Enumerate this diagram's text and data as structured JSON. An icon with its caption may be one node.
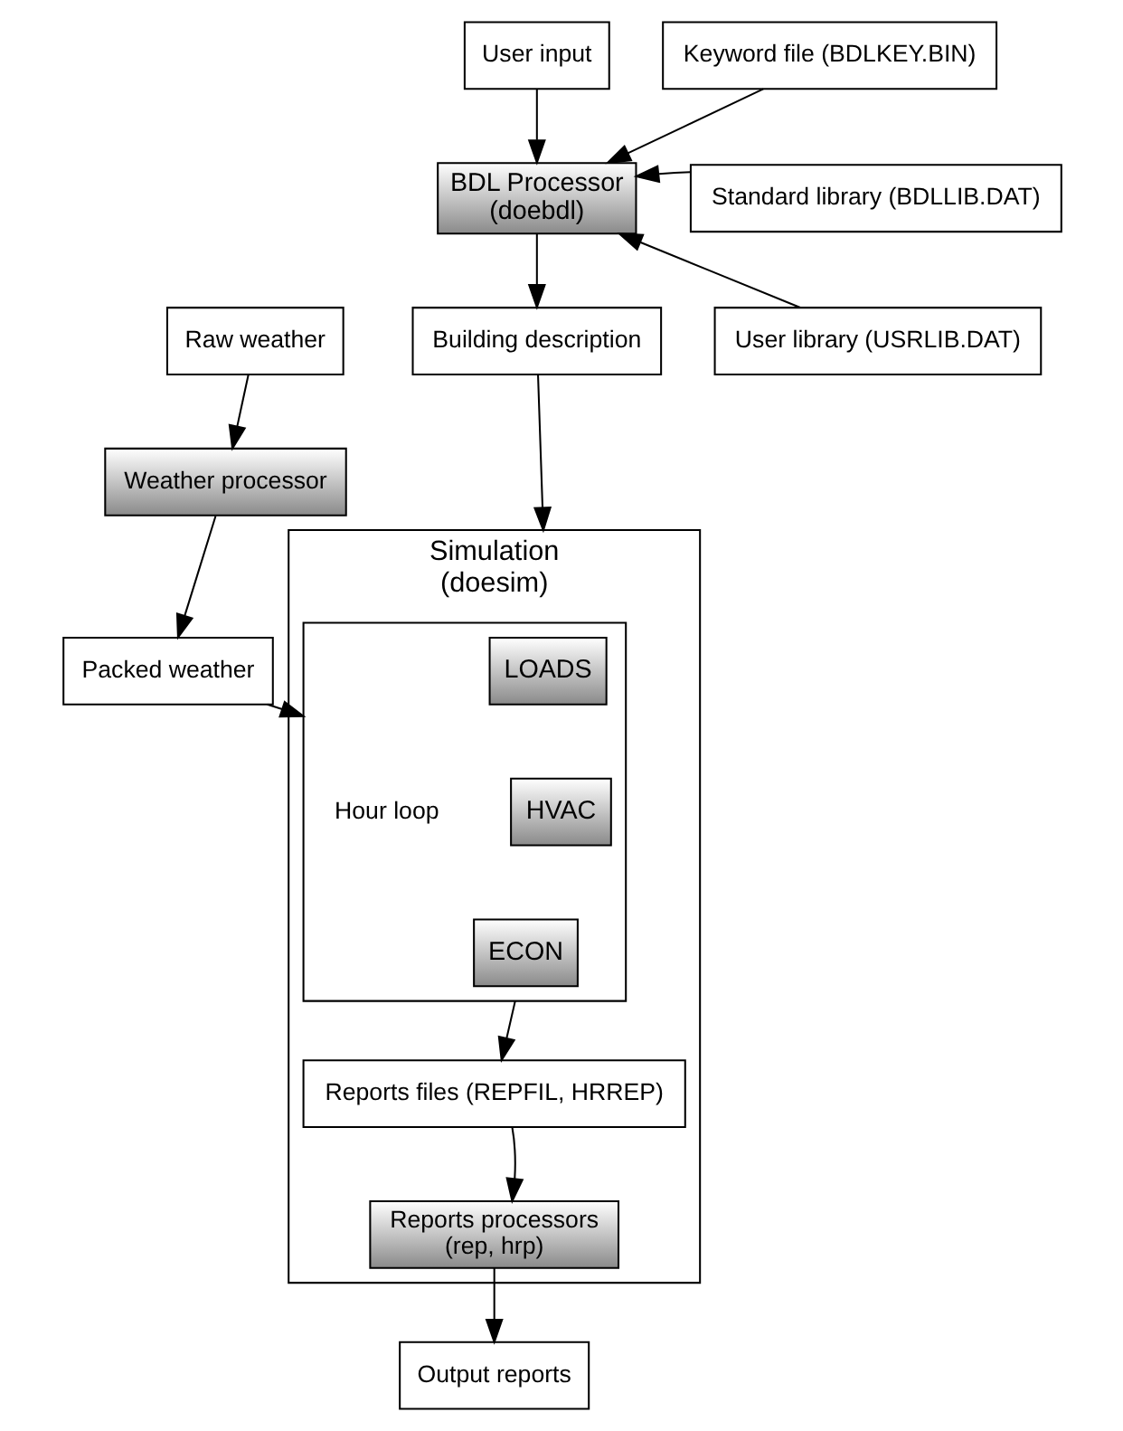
{
  "diagram": {
    "nodes": [
      {
        "text": [
          "User input"
        ]
      },
      {
        "text": [
          "BDL Processor",
          "(doebdl)"
        ]
      },
      {
        "text": [
          "Keyword file (BDLKEY.BIN)"
        ]
      },
      {
        "text": [
          "Standard library (BDLLIB.DAT)"
        ]
      },
      {
        "text": [
          "User library (USRLIB.DAT)"
        ]
      },
      {
        "text": [
          "Building description"
        ]
      },
      {
        "text": [
          "Raw weather"
        ]
      },
      {
        "text": [
          "Weather processor"
        ]
      },
      {
        "text": [
          "Packed weather"
        ]
      },
      {
        "text": [
          "Simulation",
          "(doesim)"
        ]
      },
      {
        "text": [],
        "shape": "box",
        "in": 9
      },
      {
        "text": [
          "LOADS"
        ],
        "in": 10
      },
      {
        "text": [
          "HVAC"
        ],
        "in": 10
      },
      {
        "text": [
          "ECON"
        ],
        "in": 10
      },
      {
        "text": [
          "Reports files (REPFIL, HRREP)"
        ],
        "in": 9
      },
      {
        "text": [
          "Reports processors",
          "(rep, hrp)"
        ],
        "in": 9
      },
      {
        "text": [
          "Output reports"
        ]
      }
    ],
    "edges": [
      {
        "from": 0,
        "to": 1,
        "arrow": "to"
      },
      {
        "from": 2,
        "to": 1,
        "arrow": "to"
      },
      {
        "from": 3,
        "to": 1,
        "arrow": "to"
      },
      {
        "from": 4,
        "to": 1,
        "arrow": "to"
      },
      {
        "from": 1,
        "to": 5,
        "arrow": "to"
      },
      {
        "from": 5,
        "to": 9,
        "arrow": "to"
      },
      {
        "from": 6,
        "to": 7,
        "arrow": "to"
      },
      {
        "from": 7,
        "to": 8,
        "arrow": "to"
      },
      {
        "from": 8,
        "to": 10,
        "arrow": "to"
      },
      {
        "from": 10,
        "to": 14,
        "arrow": "to"
      },
      {
        "from": 14,
        "to": 15,
        "arrow": "to"
      },
      {
        "from": 15,
        "to": 16,
        "arrow": "to"
      }
    ],
    "labels": [
      "Hour loop"
    ]
  }
}
